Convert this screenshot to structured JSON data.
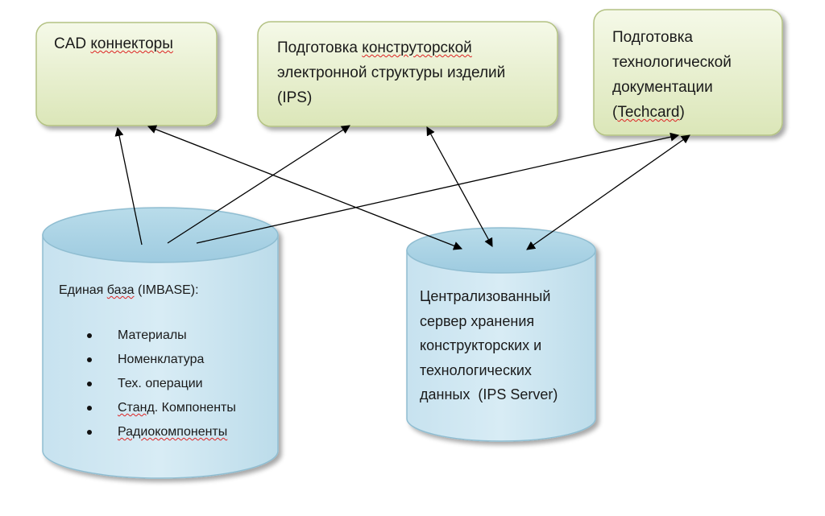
{
  "boxes": {
    "cad": {
      "line1_a": "CAD",
      "line1_b": "коннекторы"
    },
    "ips": {
      "line1_a": "Подготовка",
      "line1_b": "конструторской",
      "line2": "электронной структуры изделий",
      "line3": "(IPS)"
    },
    "techcard": {
      "line1": "Подготовка",
      "line2": "технологической",
      "line3": "документации",
      "line4_a": "(",
      "line4_b": "Techcard",
      "line4_c": ")"
    }
  },
  "database_imbase": {
    "title_a": "Единая ",
    "title_b": "база",
    "title_c": " (IMBASE):",
    "items": [
      {
        "a": "Материалы",
        "b": ""
      },
      {
        "a": "Номенклатура",
        "b": ""
      },
      {
        "a": "Тех. операции",
        "b": ""
      },
      {
        "a": "Станд",
        "b": ". Компоненты"
      },
      {
        "a": "Радиокомпоненты",
        "b": ""
      }
    ]
  },
  "server_ips": {
    "lines": [
      "Централизованный",
      "сервер хранения",
      "конструкторских и",
      "технологических",
      "данных  (IPS Server)"
    ]
  },
  "colors": {
    "box_fill_light": "#f4f8e6",
    "box_fill_dark": "#dde8bc",
    "box_border": "#b3c283",
    "cylinder_fill": "#cfe7f2",
    "cylinder_top": "#a9d2e4",
    "cylinder_border": "#8fbdd1",
    "arrow": "#000000",
    "spellcheck": "#dd2222"
  }
}
